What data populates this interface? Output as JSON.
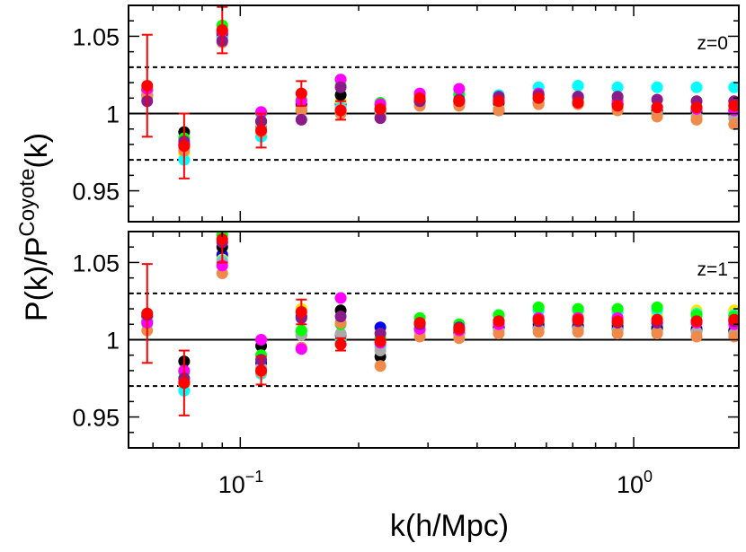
{
  "chart_data": {
    "type": "scatter",
    "x_scale": "log",
    "xlim": [
      0.052,
      1.85
    ],
    "ylim": [
      0.93,
      1.07
    ],
    "xlabel": "k(h/Mpc)",
    "ylabel_main": "P(k)/P",
    "ylabel_sup": "Coyote",
    "ylabel_end": "(k)",
    "x_tick_labels": [
      {
        "value": 0.1,
        "base": "10",
        "exp": "−1"
      },
      {
        "value": 1.0,
        "base": "10",
        "exp": "0"
      }
    ],
    "y_ticks": [
      0.95,
      1,
      1.05
    ],
    "y_tick_labels": [
      "0.95",
      "1",
      "1.05"
    ],
    "reference_lines": {
      "solid": 1.0,
      "dashed": [
        0.97,
        1.03
      ]
    },
    "k": [
      0.058,
      0.072,
      0.09,
      0.113,
      0.143,
      0.18,
      0.227,
      0.286,
      0.36,
      0.454,
      0.573,
      0.722,
      0.91,
      1.147,
      1.445,
      1.8
    ],
    "colors": [
      "#0000ff",
      "#ffe600",
      "#00ffff",
      "#000000",
      "#aaaaaa",
      "#00ff00",
      "#f08a4b",
      "#ff00ff",
      "#8b1a8b",
      "#ff0000"
    ],
    "panels": [
      {
        "label": "z=0",
        "series": [
          {
            "color": "#0000ff",
            "values": [
              1.012,
              0.98,
              1.05,
              0.992,
              1.002,
              1.006,
              1.003,
              1.008,
              1.006,
              1.002,
              1.007,
              1.008,
              1.006,
              1.001,
              1.001,
              1.002
            ]
          },
          {
            "color": "#ffe600",
            "values": [
              1.014,
              0.974,
              1.051,
              0.993,
              1.004,
              1.008,
              1.005,
              1.009,
              1.007,
              1.005,
              1.01,
              1.01,
              1.006,
              1.002,
              1.0,
              1.0
            ]
          },
          {
            "color": "#00ffff",
            "values": [
              1.01,
              0.97,
              1.049,
              0.985,
              1.003,
              1.004,
              1.004,
              1.012,
              1.013,
              1.012,
              1.017,
              1.018,
              1.017,
              1.017,
              1.017,
              1.017
            ]
          },
          {
            "color": "#000000",
            "values": [
              1.015,
              0.988,
              1.052,
              0.995,
              1.006,
              1.012,
              1.001,
              1.008,
              1.008,
              1.007,
              1.01,
              1.01,
              1.006,
              1.002,
              1.001,
              1.0
            ]
          },
          {
            "color": "#aaaaaa",
            "values": [
              1.013,
              0.978,
              1.048,
              0.99,
              1.003,
              1.003,
              1.0,
              1.006,
              1.006,
              1.003,
              1.008,
              1.009,
              1.004,
              1.0,
              0.998,
              0.997
            ]
          },
          {
            "color": "#00ff00",
            "values": [
              1.016,
              0.984,
              1.057,
              1.0,
              1.009,
              1.018,
              1.007,
              1.012,
              1.012,
              1.009,
              1.012,
              1.011,
              1.01,
              1.004,
              1.003,
              1.002
            ]
          },
          {
            "color": "#f08a4b",
            "values": [
              1.011,
              0.976,
              1.046,
              0.988,
              1.002,
              1.0,
              0.998,
              1.005,
              1.005,
              1.002,
              1.006,
              1.006,
              1.002,
              0.998,
              0.996,
              0.993
            ]
          },
          {
            "color": "#ff00ff",
            "values": [
              1.016,
              0.98,
              1.053,
              1.001,
              1.008,
              1.022,
              1.006,
              1.013,
              1.016,
              1.01,
              1.013,
              1.011,
              1.008,
              1.004,
              1.003,
              1.002
            ]
          },
          {
            "color": "#8b1a8b",
            "values": [
              1.008,
              0.982,
              1.047,
              0.995,
              0.996,
              1.017,
              0.997,
              1.008,
              1.009,
              1.011,
              1.012,
              1.011,
              1.011,
              1.009,
              1.008,
              1.008
            ]
          },
          {
            "color": "#ff0000",
            "values": [
              1.018,
              0.979,
              1.054,
              0.989,
              1.013,
              1.002,
              1.003,
              1.01,
              1.008,
              1.008,
              1.01,
              1.007,
              1.005,
              1.004,
              1.004,
              1.005
            ],
            "errors": [
              0.033,
              0.021,
              0.015,
              0.011,
              0.008,
              0.006
            ]
          }
        ]
      },
      {
        "label": "z=1",
        "series": [
          {
            "color": "#0000ff",
            "values": [
              1.012,
              0.973,
              1.055,
              0.985,
              1.003,
              1.003,
              1.008,
              1.01,
              1.005,
              1.008,
              1.008,
              1.008,
              1.007,
              1.008,
              1.007,
              1.006
            ]
          },
          {
            "color": "#ffe600",
            "values": [
              1.014,
              0.971,
              1.052,
              0.979,
              1.02,
              1.0,
              0.995,
              1.01,
              1.005,
              1.01,
              1.015,
              1.016,
              1.017,
              1.016,
              1.019,
              1.019
            ]
          },
          {
            "color": "#00ffff",
            "values": [
              1.01,
              0.967,
              1.051,
              0.978,
              1.005,
              0.999,
              0.996,
              1.011,
              1.008,
              1.012,
              1.019,
              1.019,
              1.018,
              1.019,
              1.017,
              1.016
            ]
          },
          {
            "color": "#000000",
            "values": [
              1.015,
              0.986,
              1.06,
              0.996,
              1.015,
              1.019,
              0.989,
              1.007,
              1.004,
              1.008,
              1.01,
              1.009,
              1.009,
              1.007,
              1.006,
              1.005
            ]
          },
          {
            "color": "#aaaaaa",
            "values": [
              1.013,
              0.975,
              1.05,
              0.982,
              1.003,
              1.004,
              0.993,
              1.005,
              1.003,
              1.006,
              1.007,
              1.007,
              1.006,
              1.005,
              1.005,
              1.004
            ]
          },
          {
            "color": "#00ff00",
            "values": [
              1.017,
              0.979,
              1.068,
              0.99,
              1.006,
              1.01,
              1.001,
              1.014,
              1.01,
              1.016,
              1.021,
              1.02,
              1.02,
              1.021,
              1.016,
              1.015
            ]
          },
          {
            "color": "#f08a4b",
            "values": [
              1.006,
              0.973,
              1.043,
              0.979,
              0.995,
              1.011,
              0.983,
              1.002,
              1.001,
              1.004,
              1.005,
              1.005,
              1.004,
              1.004,
              1.002,
              1.002
            ]
          },
          {
            "color": "#ff00ff",
            "values": [
              1.011,
              0.98,
              1.048,
              1.0,
              0.994,
              1.027,
              0.998,
              1.007,
              1.006,
              1.01,
              1.014,
              1.014,
              1.014,
              1.011,
              1.011,
              1.01
            ]
          },
          {
            "color": "#8b1a8b",
            "values": [
              1.016,
              0.975,
              1.063,
              0.987,
              1.014,
              1.015,
              1.004,
              1.01,
              1.008,
              1.012,
              1.012,
              1.012,
              1.011,
              1.011,
              1.012,
              1.012
            ]
          },
          {
            "color": "#ff0000",
            "values": [
              1.017,
              0.972,
              1.065,
              0.98,
              1.018,
              0.997,
              0.999,
              1.011,
              1.007,
              1.012,
              1.013,
              1.013,
              1.012,
              1.013,
              1.012,
              1.013
            ],
            "errors": [
              0.032,
              0.021,
              0.015,
              0.009,
              0.008,
              0.004
            ]
          }
        ]
      }
    ]
  }
}
